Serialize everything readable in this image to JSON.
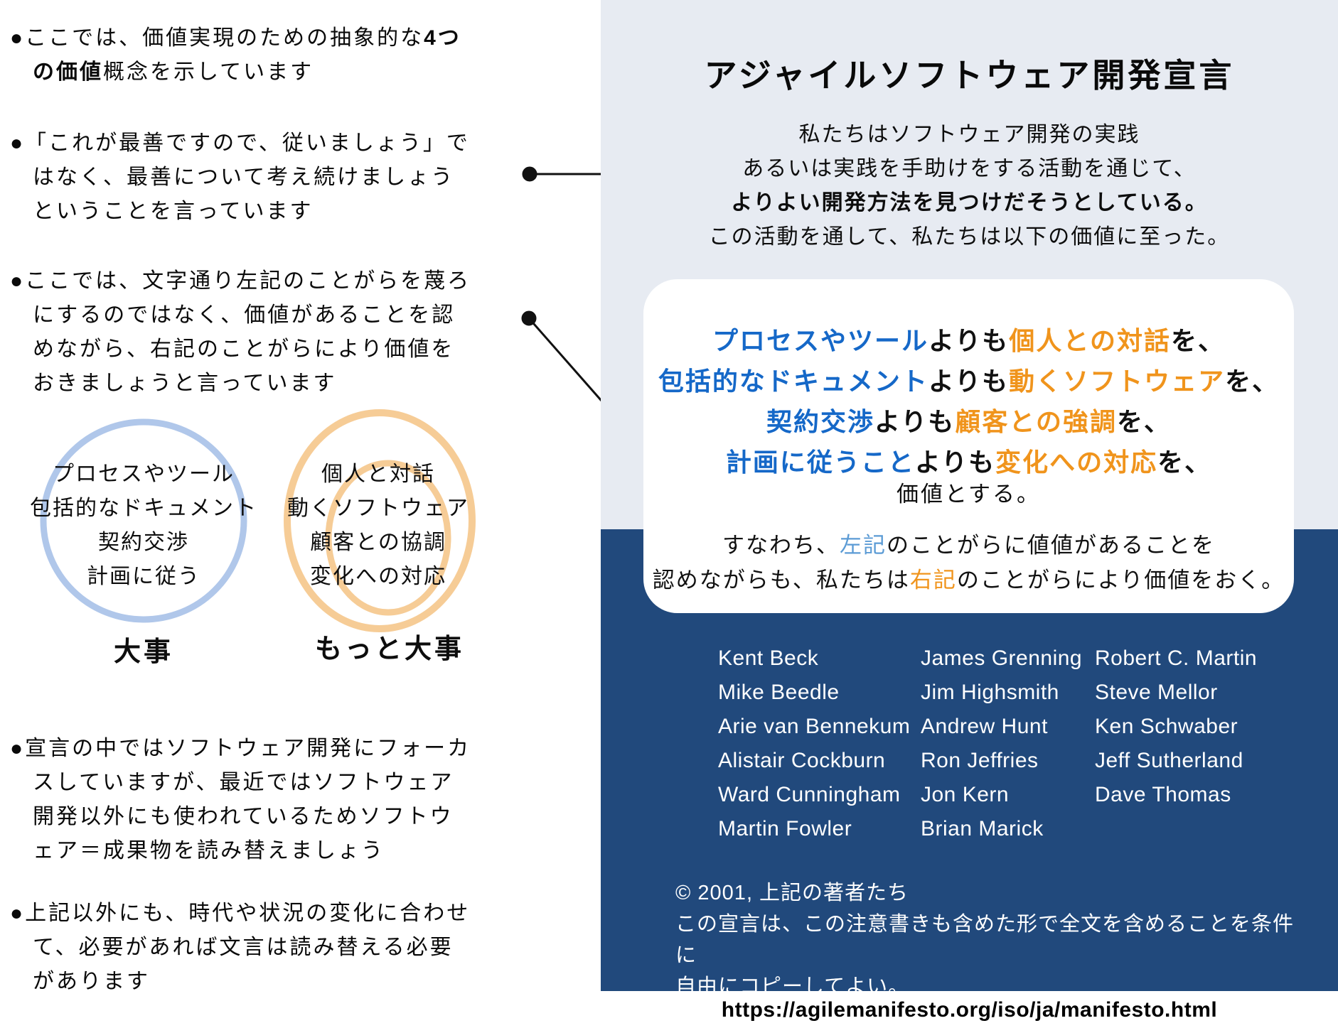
{
  "colors": {
    "panel_light": "#e7ebf2",
    "panel_navy": "#21497c",
    "value_blue": "#1568c8",
    "value_orange": "#f0941c",
    "summary_lightblue": "#5b9bd5",
    "ring_blue": "#b0c7ea",
    "ring_orange": "#f6cc96",
    "connector_black": "#111111"
  },
  "left_notes": {
    "bullet_marker": "●",
    "bullets": [
      {
        "segments": [
          {
            "text": "ここでは、価値実現のための抽象的な",
            "bold": false
          },
          {
            "text": "4つの価値",
            "bold": true
          },
          {
            "text": "概念を示しています",
            "bold": false
          }
        ]
      },
      {
        "segments": [
          {
            "text": "「これが最善ですので、従いましょう」ではなく、最善について考え続けましょうということを言っています",
            "bold": false
          }
        ]
      },
      {
        "segments": [
          {
            "text": "ここでは、文字通り左記のことがらを蔑ろにするのではなく、価値があることを認めながら、右記のことがらにより価値をおきましょうと言っています",
            "bold": false
          }
        ]
      },
      {
        "segments": [
          {
            "text": "宣言の中ではソフトウェア開発にフォーカスしていますが、最近ではソフトウェア開発以外にも使われているためソフトウェア＝成果物を読み替えましょう",
            "bold": false
          }
        ]
      },
      {
        "segments": [
          {
            "text": "上記以外にも、時代や状況の変化に合わせて、必要があれば文言は読み替える必要があります",
            "bold": false
          }
        ]
      }
    ]
  },
  "comparison": {
    "left": {
      "items": [
        "プロセスやツール",
        "包括的なドキュメント",
        "契約交渉",
        "計画に従う"
      ],
      "label": "大事"
    },
    "right": {
      "items": [
        "個人と対話",
        "動くソフトウェア",
        "顧客との協調",
        "変化への対応"
      ],
      "label": "もっと大事"
    }
  },
  "manifesto": {
    "title": "アジャイルソフトウェア開発宣言",
    "intro_lines": [
      {
        "text": "私たちはソフトウェア開発の実践",
        "bold": false
      },
      {
        "text": "あるいは実践を手助けをする活動を通じて、",
        "bold": false
      },
      {
        "text": "よりよい開発方法を見つけだそうとしている。",
        "bold": true
      },
      {
        "text": "この活動を通して、私たちは以下の価値に至った。",
        "bold": false
      }
    ],
    "values": [
      [
        {
          "text": "プロセスやツール",
          "style": "blue"
        },
        {
          "text": "よりも",
          "style": "black"
        },
        {
          "text": "個人との対話",
          "style": "orange"
        },
        {
          "text": "を、",
          "style": "black"
        }
      ],
      [
        {
          "text": "包括的なドキュメント",
          "style": "blue"
        },
        {
          "text": "よりも",
          "style": "black"
        },
        {
          "text": "動くソフトウェア",
          "style": "orange"
        },
        {
          "text": "を、",
          "style": "black"
        }
      ],
      [
        {
          "text": "契約交渉",
          "style": "blue"
        },
        {
          "text": "よりも",
          "style": "black"
        },
        {
          "text": "顧客との強調",
          "style": "orange"
        },
        {
          "text": "を、",
          "style": "black"
        }
      ],
      [
        {
          "text": "計画に従うこと",
          "style": "blue"
        },
        {
          "text": "よりも",
          "style": "black"
        },
        {
          "text": "変化への対応",
          "style": "orange"
        },
        {
          "text": "を、",
          "style": "black"
        }
      ]
    ],
    "values_closing": "価値とする。",
    "summary_lines": [
      [
        {
          "text": "すなわち、",
          "style": "black"
        },
        {
          "text": "左記",
          "style": "lightblue"
        },
        {
          "text": "のことがらに値値があることを",
          "style": "black"
        }
      ],
      [
        {
          "text": "認めながらも、私たちは",
          "style": "black"
        },
        {
          "text": "右記",
          "style": "orange"
        },
        {
          "text": "のことがらにより価値をおく。",
          "style": "black"
        }
      ]
    ],
    "authors_columns": [
      [
        "Kent Beck",
        "Mike Beedle",
        "Arie van Bennekum",
        "Alistair Cockburn",
        "Ward Cunningham",
        "Martin Fowler"
      ],
      [
        "James Grenning",
        "Jim Highsmith",
        "Andrew Hunt",
        "Ron Jeffries",
        "Jon Kern",
        "Brian Marick"
      ],
      [
        "Robert C. Martin",
        "Steve Mellor",
        "Ken Schwaber",
        "Jeff Sutherland",
        "Dave Thomas"
      ]
    ],
    "copyright_lines": [
      "© 2001, 上記の著者たち",
      "この宣言は、この注意書きも含めた形で全文を含めることを条件に",
      "自由にコピーしてよい。"
    ]
  },
  "footer": {
    "url": "https://agilemanifesto.org/iso/ja/manifesto.html"
  }
}
